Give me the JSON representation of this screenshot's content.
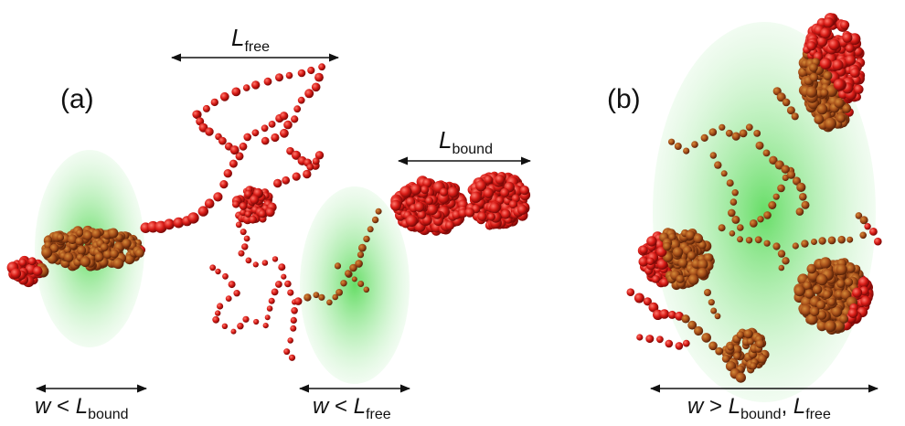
{
  "panels": [
    {
      "id": "a",
      "label": "(a)",
      "arrows": [
        {
          "id": "L-free",
          "symbol": "L",
          "subscript": "free"
        },
        {
          "id": "L-bound",
          "symbol": "L",
          "subscript": "bound"
        },
        {
          "id": "w-lt-Lbound",
          "prefix": "w",
          "relation": " < ",
          "symbol": "L",
          "subscript": "bound"
        },
        {
          "id": "w-lt-Lfree",
          "prefix": "w",
          "relation": " < ",
          "symbol": "L",
          "subscript": "free"
        }
      ]
    },
    {
      "id": "b",
      "label": "(b)",
      "arrows": [
        {
          "id": "w-gt-both",
          "prefix": "w",
          "relation": " > ",
          "symbol": "L",
          "subscript": "bound",
          "separator": ", ",
          "symbol2": "L",
          "subscript2": "free"
        }
      ]
    }
  ],
  "colors": {
    "bead": "#d81b16",
    "bead_shade": "#8a0e0a",
    "bead_in_cloud": "#a8501a",
    "cloud": "#2ecc2e",
    "arrow": "#111111"
  }
}
